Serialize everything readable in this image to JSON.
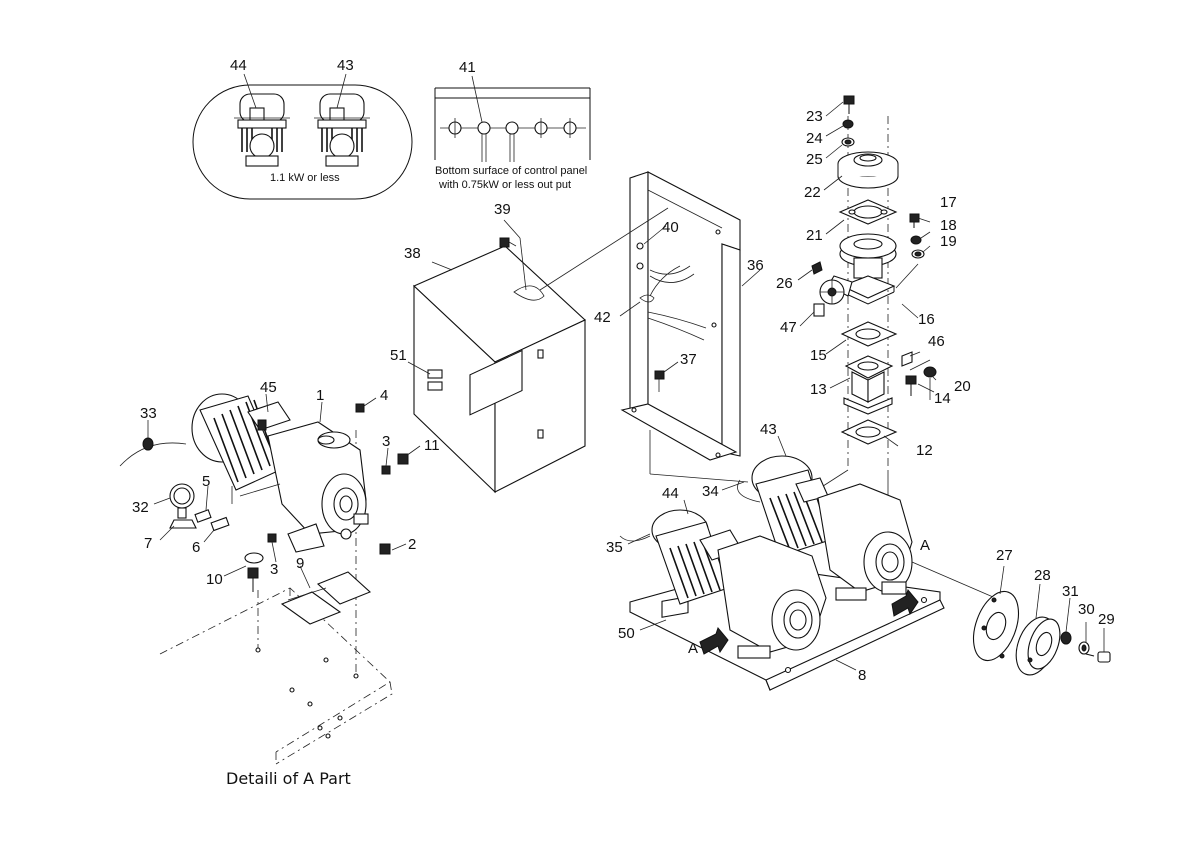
{
  "figure": {
    "detail_caption": "Detaili of A Part",
    "inset_motor_caption": "1.1 kW or less",
    "inset_panel_caption_line1": "Bottom surface of control panel",
    "inset_panel_caption_line2": "with 0.75kW or less out put",
    "arrow_label_left": "A",
    "arrow_label_right": "A"
  },
  "part_labels": {
    "p1": "1",
    "p2": "2",
    "p3a": "3",
    "p3b": "3",
    "p4": "4",
    "p5": "5",
    "p6": "6",
    "p7": "7",
    "p8": "8",
    "p9": "9",
    "p10": "10",
    "p11": "11",
    "p12": "12",
    "p13": "13",
    "p14": "14",
    "p15": "15",
    "p16": "16",
    "p17": "17",
    "p18": "18",
    "p19": "19",
    "p20": "20",
    "p21": "21",
    "p22": "22",
    "p23": "23",
    "p24": "24",
    "p25": "25",
    "p26": "26",
    "p27": "27",
    "p28": "28",
    "p29": "29",
    "p30": "30",
    "p31": "31",
    "p32": "32",
    "p33": "33",
    "p34": "34",
    "p35": "35",
    "p36": "36",
    "p37": "37",
    "p38": "38",
    "p39": "39",
    "p40": "40",
    "p41": "41",
    "p42": "42",
    "p43": "43",
    "p44": "44",
    "p45": "45",
    "p46": "46",
    "p47": "47",
    "p50": "50",
    "p51": "51",
    "p43i": "43",
    "p44i": "44"
  }
}
